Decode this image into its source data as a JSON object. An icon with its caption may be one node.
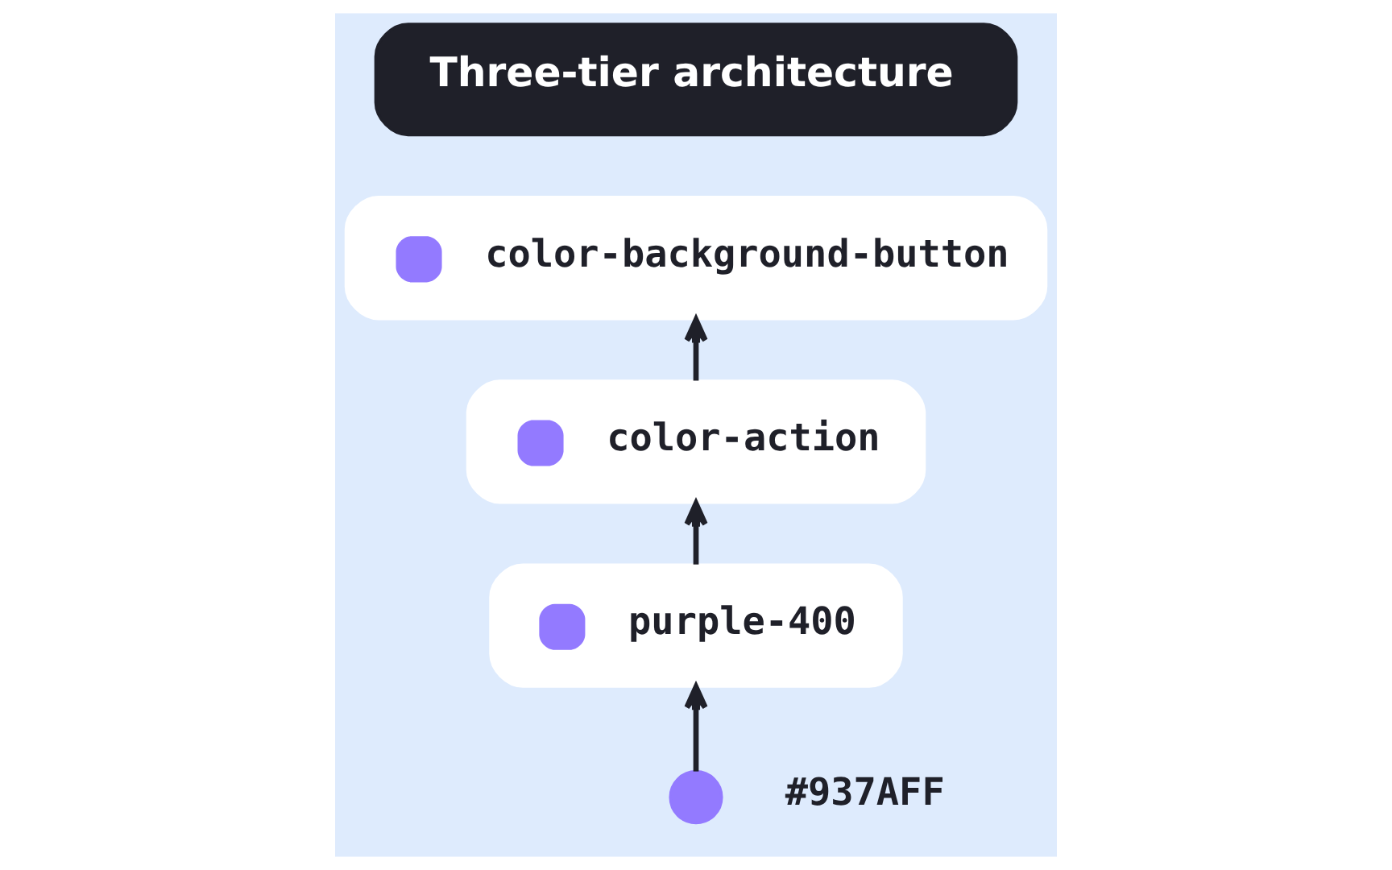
{
  "diagram": {
    "nodes": [
      {
        "text": [
          "Three-tier architecture"
        ]
      },
      {
        "text": [
          "color-background-button"
        ]
      },
      {
        "text": [
          "color-action"
        ]
      },
      {
        "text": [
          "purple-400"
        ]
      },
      {
        "text": [],
        "shape": "circle",
        "beside": [
          "#937AFF"
        ]
      }
    ],
    "edges": [
      {
        "from": 4,
        "to": 3,
        "arrow": "to"
      },
      {
        "from": 3,
        "to": 2,
        "arrow": "to"
      },
      {
        "from": 2,
        "to": 1,
        "arrow": "to"
      }
    ]
  }
}
